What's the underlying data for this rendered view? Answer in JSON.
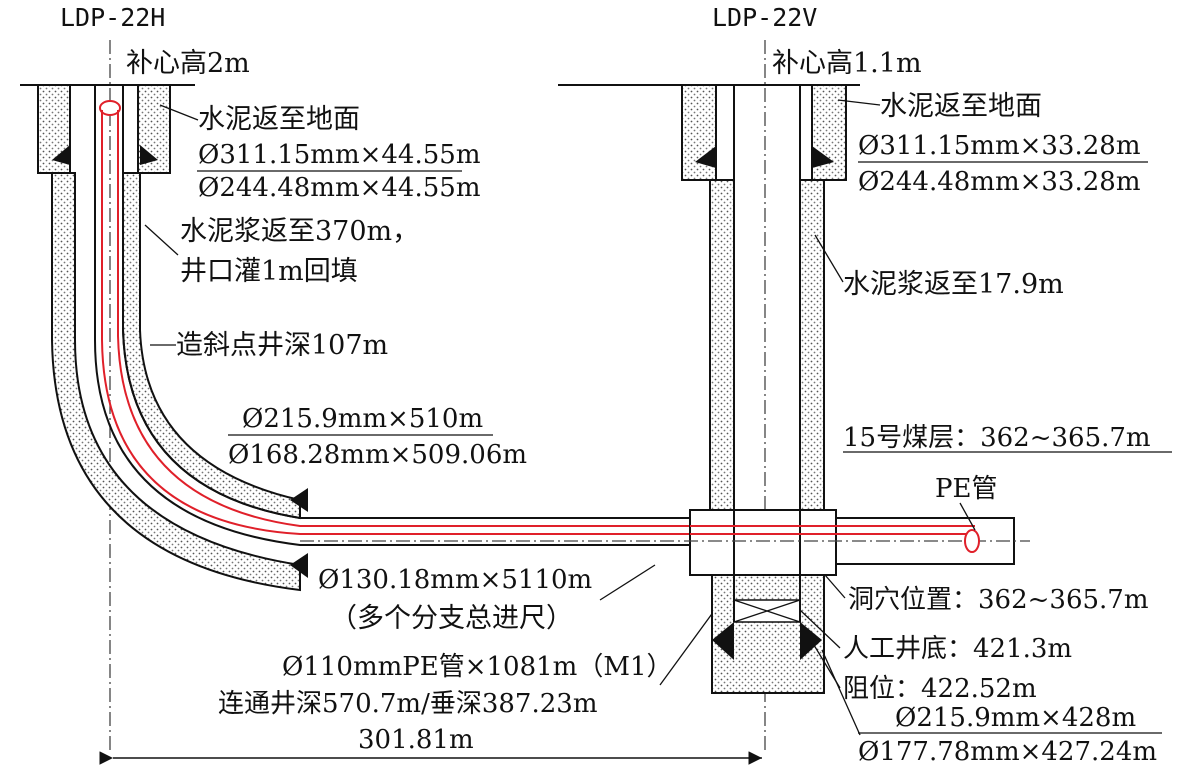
{
  "wells": {
    "horizontal": {
      "name": "LDP-22H",
      "kb_height": "补心高2m",
      "cement_top_surface": "水泥返至地面",
      "surface_casing_bit": "Ø311.15mm×44.55m",
      "surface_casing": "Ø244.48mm×44.55m",
      "cement_slurry_line1": "水泥浆返至370m，",
      "cement_slurry_line2": "井口灌1m回填",
      "kickoff_point": "造斜点井深107m",
      "intermediate_bit": "Ø215.9mm×510m",
      "intermediate_casing": "Ø168.28mm×509.06m",
      "lateral_hole": "Ø130.18mm×5110m",
      "lateral_note": "（多个分支总进尺）",
      "pe_pipe": "Ø110mmPE管×1081m（M1）",
      "connection_depth": "连通井深570.7m/垂深387.23m"
    },
    "vertical": {
      "name": "LDP-22V",
      "kb_height": "补心高1.1m",
      "cement_top_surface": "水泥返至地面",
      "surface_casing_bit": "Ø311.15mm×33.28m",
      "surface_casing": "Ø244.48mm×33.28m",
      "cement_slurry": "水泥浆返至17.9m",
      "coal_seam": "15号煤层：362~365.7m",
      "pe_pipe_label": "PE管",
      "cavity_position": "洞穴位置：362~365.7m",
      "artificial_bottom": "人工井底：421.3m",
      "stop_position": "阻位：422.52m",
      "production_bit": "Ø215.9mm×428m",
      "production_casing": "Ø177.78mm×427.24m"
    }
  },
  "well_spacing": "301.81m",
  "colors": {
    "line": "#111111",
    "pipe": "#e0202a",
    "cement_fill": "#d9d9d9"
  }
}
